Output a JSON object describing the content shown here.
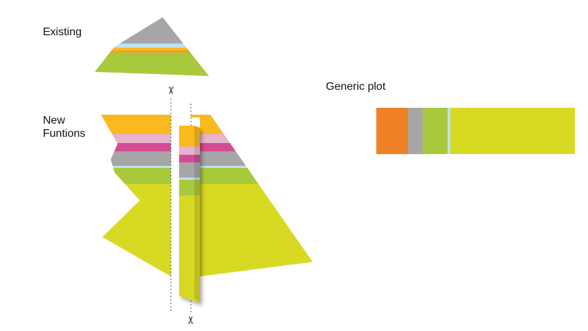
{
  "labels": {
    "existing": "Existing",
    "new_functions": "New\nFuntions",
    "generic_plot": "Generic plot"
  },
  "icons": {
    "scissors_top": "✂",
    "scissors_bottom": "✂"
  },
  "colors": {
    "gray": "#a6a6a8",
    "light_blue": "#bfe3ee",
    "orange_yellow": "#fbb91e",
    "pink": "#e8b3cf",
    "magenta": "#d24b93",
    "green": "#a9c93c",
    "yellow_green": "#d8d923",
    "orange": "#ef8224",
    "dotted_line": "#666666"
  }
}
